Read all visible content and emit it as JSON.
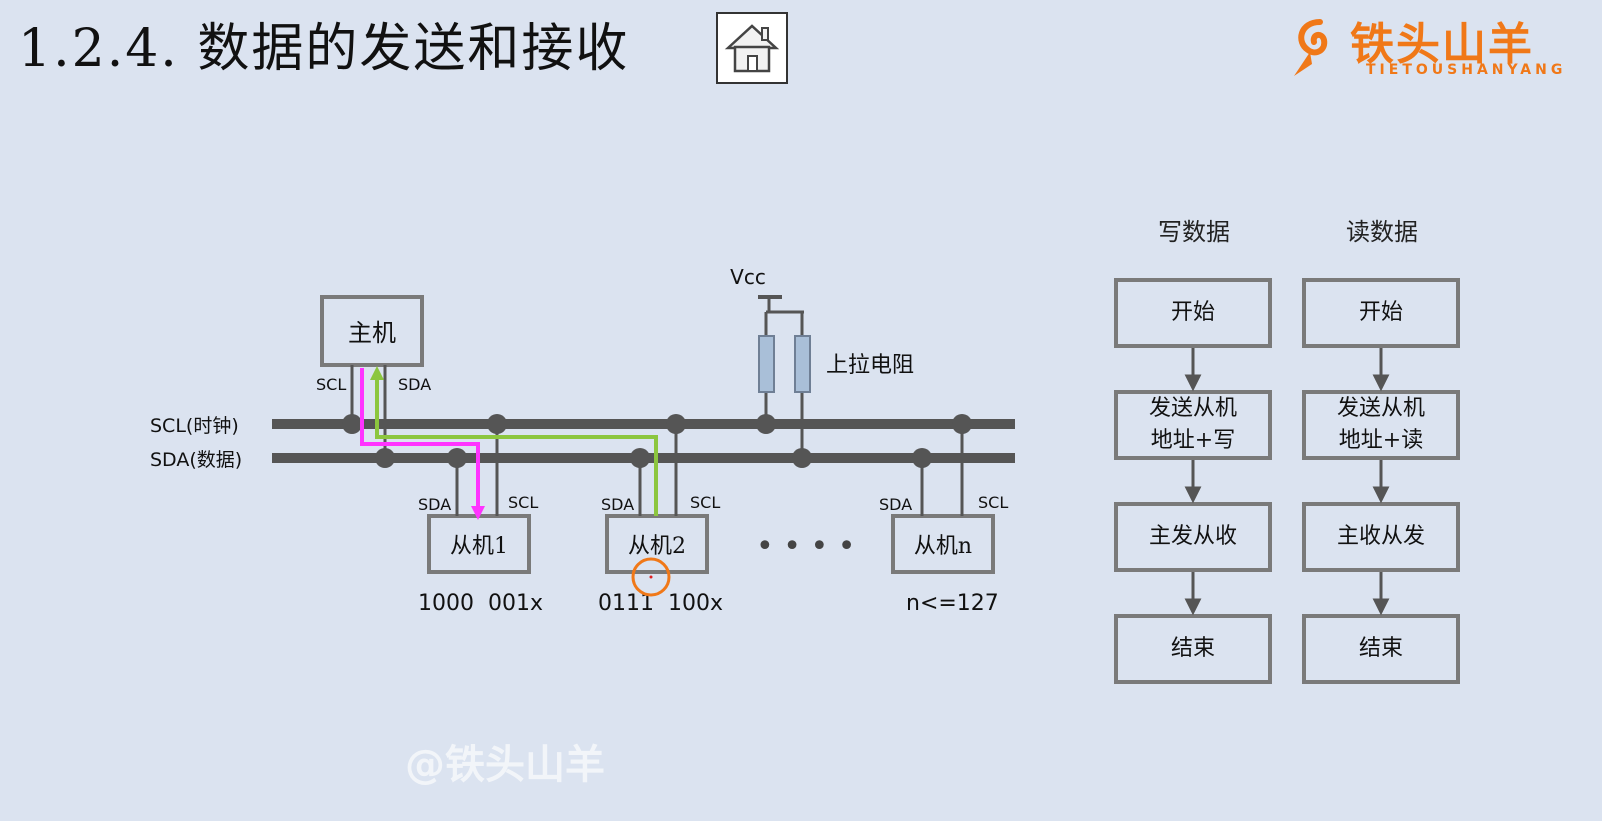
{
  "title": "1.2.4. 数据的发送和接收",
  "home_icon": "home-icon",
  "logo": {
    "brand": "铁头山羊",
    "sub": "TIETOUSHANYANG"
  },
  "watermark": "@铁头山羊",
  "bus": {
    "scl_label": "SCL(时钟)",
    "sda_label": "SDA(数据)",
    "vcc_label": "Vcc",
    "resistor_label": "上拉电阻",
    "dots": "• • • •"
  },
  "master": {
    "label": "主机",
    "scl_pin": "SCL",
    "sda_pin": "SDA"
  },
  "slaves": [
    {
      "label": "从机1",
      "sda_pin": "SDA",
      "scl_pin": "SCL",
      "address": "1000  001x"
    },
    {
      "label": "从机2",
      "sda_pin": "SDA",
      "scl_pin": "SCL",
      "address": "0111  100x"
    },
    {
      "label": "从机n",
      "sda_pin": "SDA",
      "scl_pin": "SCL",
      "address": "n<=127"
    }
  ],
  "flow_write": {
    "heading": "写数据",
    "steps": [
      "开始",
      "发送从机\n地址+写",
      "主发从收",
      "结束"
    ]
  },
  "flow_read": {
    "heading": "读数据",
    "steps": [
      "开始",
      "发送从机\n地址+读",
      "主收从发",
      "结束"
    ]
  },
  "colors": {
    "bus": "#555555",
    "write_path": "#ff33ff",
    "read_path": "#8cc63f",
    "cursor_ring": "#f07818",
    "resistor_fill": "#a9bfd8",
    "logo": "#f07818"
  }
}
